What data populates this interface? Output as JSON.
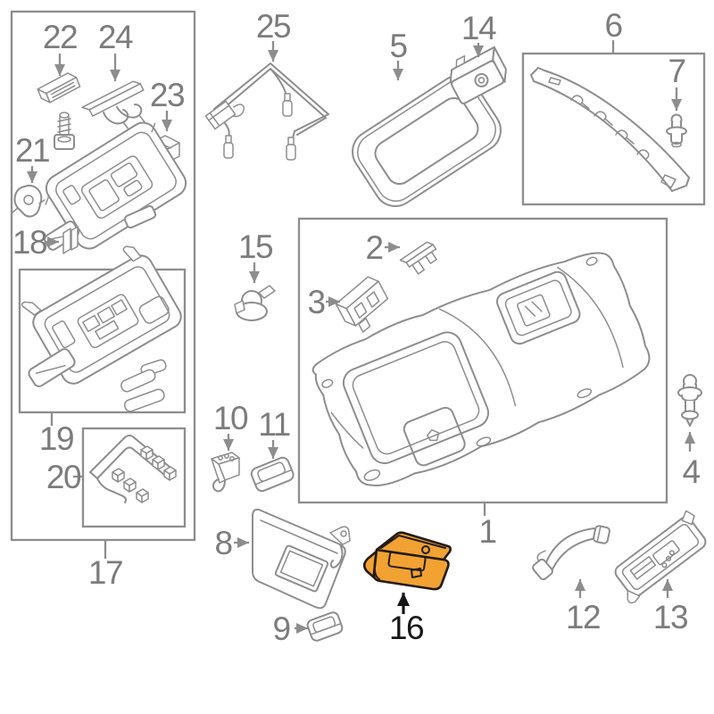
{
  "diagram_type": "exploded-parts-diagram",
  "highlighted_part_number": "16",
  "colors": {
    "background": "#ffffff",
    "line": "#8d8d8d",
    "label": "#7c7c7c",
    "highlight_fill": "#f1a233",
    "highlight_shade": "#c07a16",
    "highlight_outline": "#231a0d",
    "highlight_label": "#161616"
  },
  "callouts": {
    "n1": "1",
    "n2": "2",
    "n3": "3",
    "n4": "4",
    "n5": "5",
    "n6": "6",
    "n7": "7",
    "n8": "8",
    "n9": "9",
    "n10": "10",
    "n11": "11",
    "n12": "12",
    "n13": "13",
    "n14": "14",
    "n15": "15",
    "n16": "16",
    "n17": "17",
    "n18": "18",
    "n19": "19",
    "n20": "20",
    "n21": "21",
    "n22": "22",
    "n23": "23",
    "n24": "24",
    "n25": "25"
  }
}
